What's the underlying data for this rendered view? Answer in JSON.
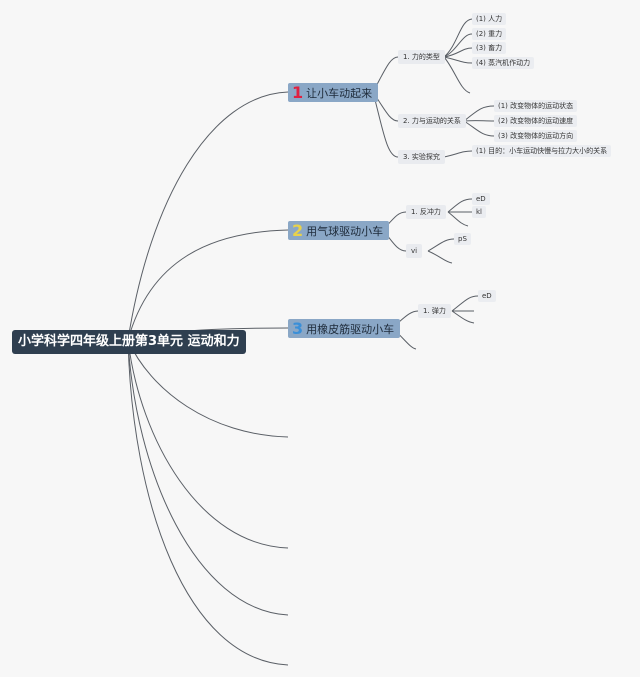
{
  "root": {
    "title": "小学科学四年级上册第3单元 运动和力"
  },
  "branches": [
    {
      "num": "1",
      "num_color": "#e02040",
      "title": "让小车动起来"
    },
    {
      "num": "2",
      "num_color": "#e8d24a",
      "title": "用气球驱动小车"
    },
    {
      "num": "3",
      "num_color": "#3a8fd8",
      "title": "用橡皮筋驱动小车"
    }
  ],
  "sub": {
    "b1_force_types": "1. 力的类型",
    "b1_force_motion": "2. 力与运动的关系",
    "b1_experiment": "3. 实验探究",
    "b2_recoil": "1. 反冲力",
    "b2_second": "vi",
    "b3_elastic": "1. 弹力"
  },
  "leaves": {
    "human": "(1)  人力",
    "gravity": "(2)  重力",
    "animal": "(3)  畜力",
    "steam": "(4)  蒸汽机作动力",
    "state": "(1)  改变物体的运动状态",
    "speed": "(2)  改变物体的运动速度",
    "direction": "(3)  改变物体的运动方向",
    "goal": "(1)  目的：小车运动快慢与拉力大小的关系",
    "b2_a": "eD",
    "b2_b": "kl",
    "b2_c": "pS",
    "b3_a": "eD"
  },
  "colors": {
    "line": "#5a5f66",
    "root_bg": "#2f3f50",
    "main_bg": "#8aa7c6",
    "leaf_bg": "#ebedf1"
  }
}
